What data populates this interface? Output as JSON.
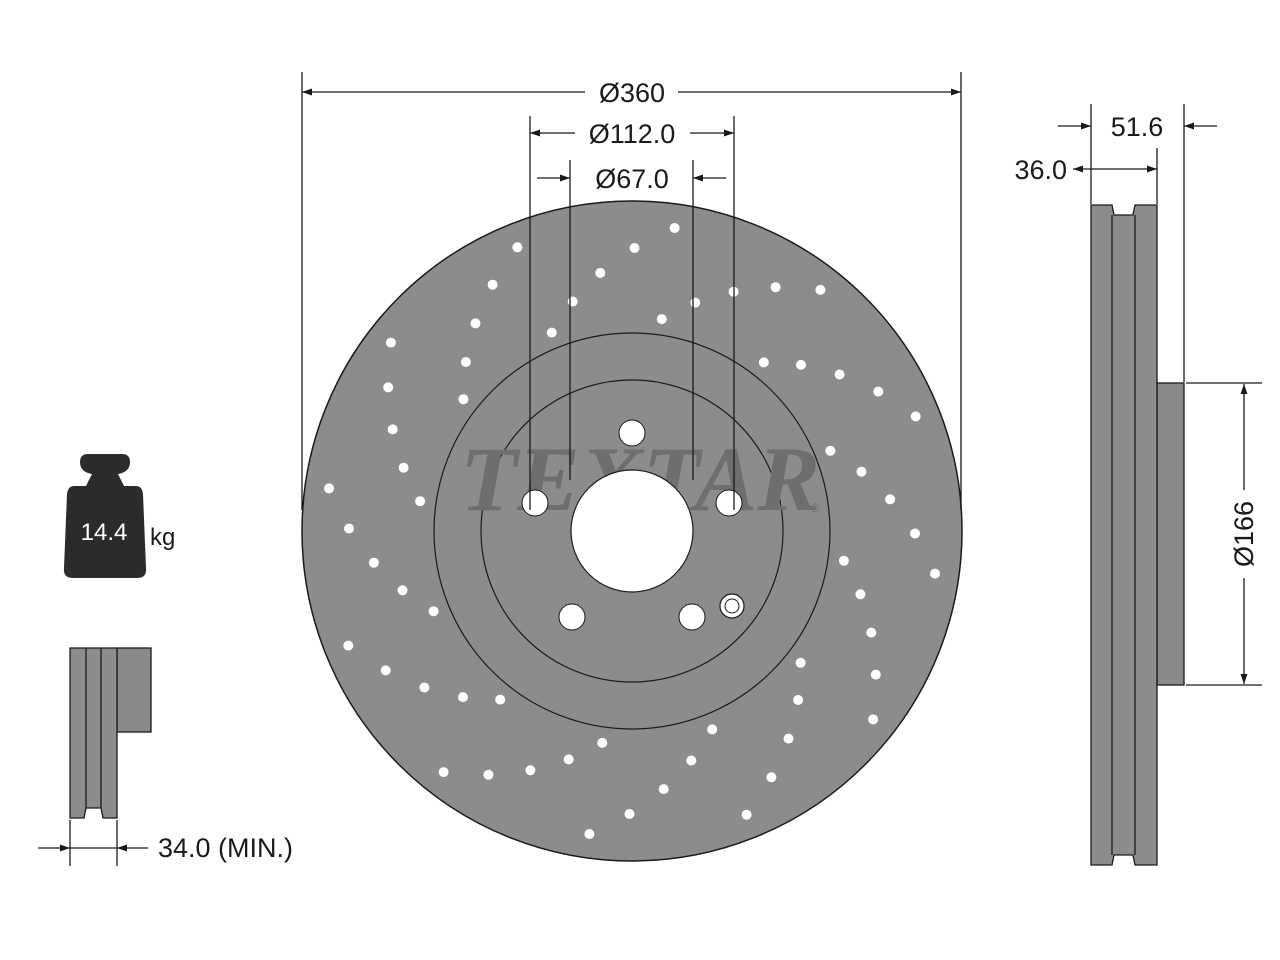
{
  "dimensions": {
    "outer_diameter": "Ø360",
    "bolt_circle": "Ø112.0",
    "center_bore": "Ø67.0",
    "hat_diameter": "Ø166",
    "total_height": "51.6",
    "disc_thickness": "36.0",
    "min_thickness": "34.0 (MIN.)"
  },
  "weight": {
    "value": "14.4",
    "unit": "kg"
  },
  "brand": {
    "logo_text": "TEXTAR",
    "registered_mark": "®"
  },
  "colors": {
    "disc_fill": "#8c8c8c",
    "hat_fill": "#8a8a8a",
    "stroke": "#1a1a1a",
    "hole": "#ffffff",
    "logo": "#6e6e6e",
    "weight_icon": "#2b2b2b"
  },
  "icons": {
    "weight": "weight-icon",
    "arrow": "dimension-arrow-icon"
  }
}
